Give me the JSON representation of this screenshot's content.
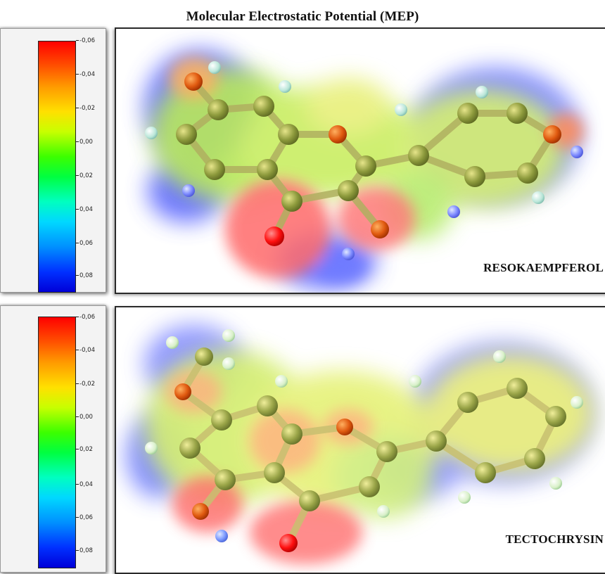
{
  "title": "Molecular Electrostatic Potential (MEP)",
  "legend": {
    "ticks": [
      "-0,06",
      "-0,04",
      "-0,02",
      "0,00",
      "0,02",
      "0,04",
      "0,06",
      "0,08"
    ]
  },
  "panels": [
    {
      "molecule": "RESOKAEMPFEROL"
    },
    {
      "molecule": "TECTOCHRYSIN"
    }
  ],
  "colors": {
    "negative": "#ff0000",
    "neutral": "#00ff00",
    "positive": "#0000ff"
  }
}
